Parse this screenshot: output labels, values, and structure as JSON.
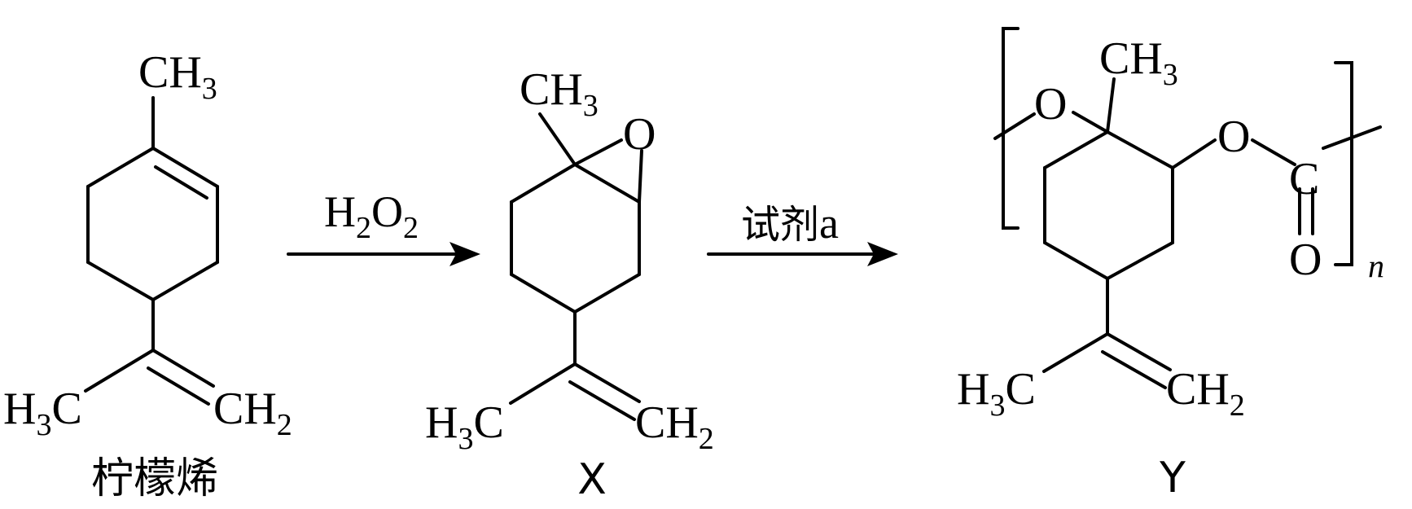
{
  "molecules": {
    "limonene": {
      "name": "柠檬烯",
      "top": {
        "main": "CH",
        "sub": "3"
      },
      "left": {
        "pre": "H",
        "sub": "3",
        "post": "C"
      },
      "right": {
        "main": "CH",
        "sub": "2"
      }
    },
    "x": {
      "name": "X",
      "top": {
        "main": "CH",
        "sub": "3"
      },
      "oxygen": "O",
      "left": {
        "pre": "H",
        "sub": "3",
        "post": "C"
      },
      "right": {
        "main": "CH",
        "sub": "2"
      }
    },
    "y": {
      "name": "Y",
      "top": {
        "main": "CH",
        "sub": "3"
      },
      "ring_oxygen": "O",
      "ester_oxygen": "O",
      "carbonyl_carbon": "C",
      "carbonyl_oxygen": "O",
      "left": {
        "pre": "H",
        "sub": "3",
        "post": "C"
      },
      "right": {
        "main": "CH",
        "sub": "2"
      },
      "repeat": "n"
    }
  },
  "arrows": [
    {
      "reagent": {
        "p1": "H",
        "s1": "2",
        "p2": "O",
        "s2": "2"
      }
    },
    {
      "reagent": {
        "cn": "试剂",
        "latin": "a"
      }
    }
  ]
}
